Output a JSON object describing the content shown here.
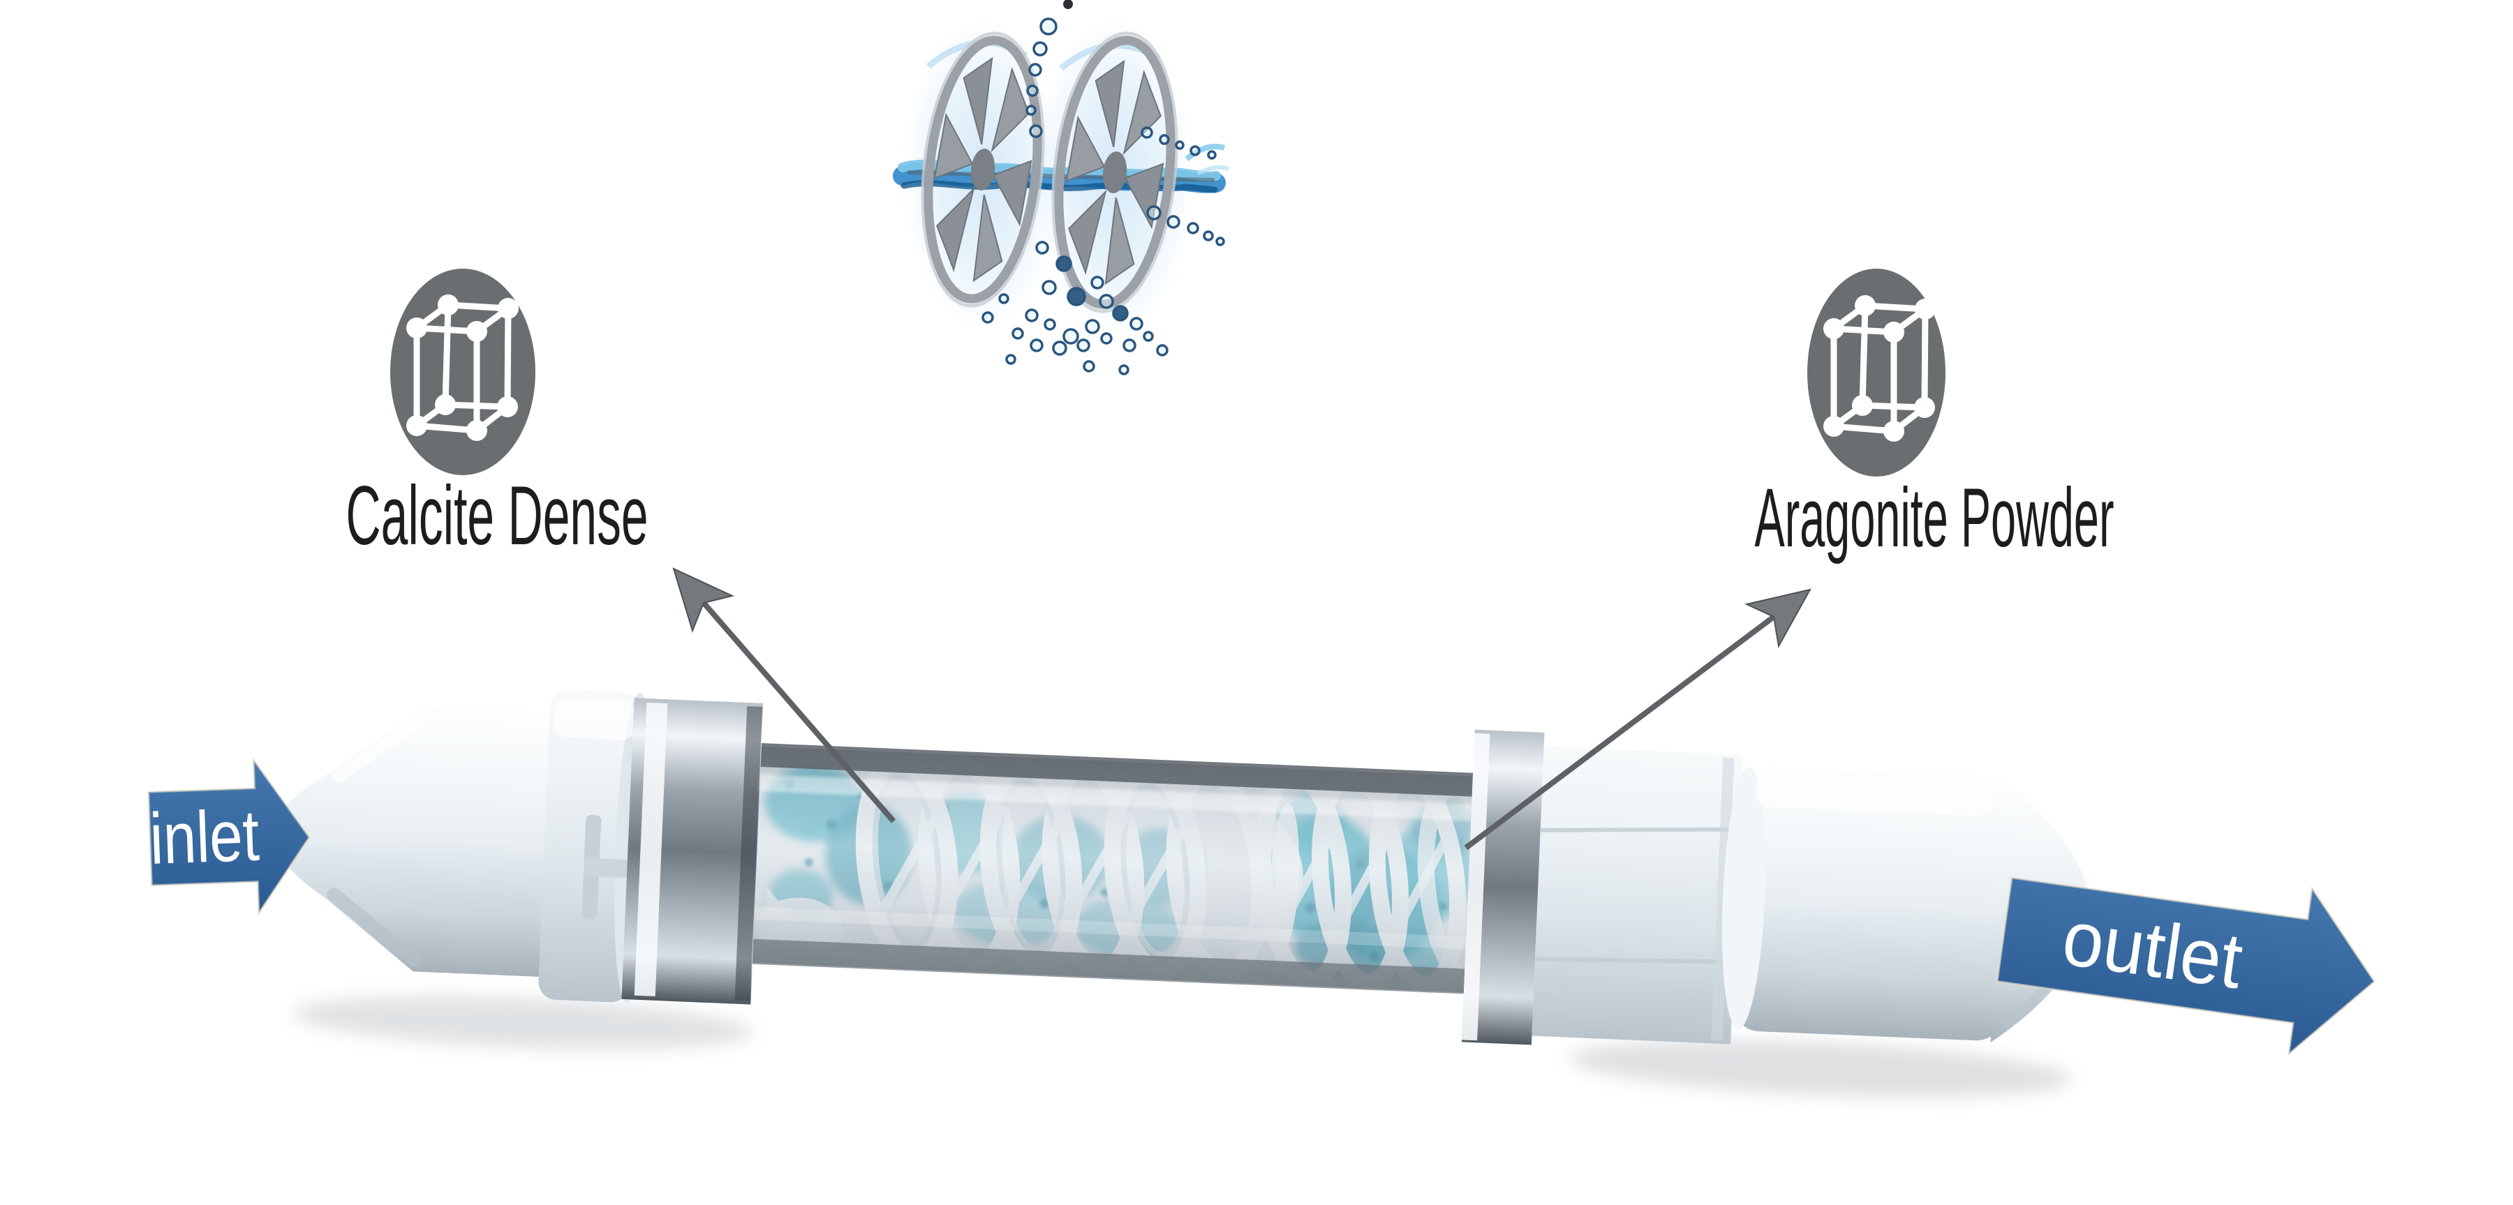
{
  "diagram": {
    "annotations": {
      "calcite": {
        "label": "Calcite Dense",
        "icon": "crystal-lattice-icon"
      },
      "aragonite": {
        "label": "Aragonite Powder",
        "icon": "crystal-lattice-icon"
      }
    },
    "flow": {
      "inlet": {
        "label": "inlet"
      },
      "outlet": {
        "label": "outlet"
      }
    },
    "colors": {
      "flow_arrow_blue": "#31639B",
      "icon_gray": "#6B6E71",
      "label_text": "#1D1D1D",
      "annotation_arrow_gray": "#6E7175",
      "powder_teal": "#2AA7BF",
      "water_blue": "#2F86C8"
    }
  }
}
